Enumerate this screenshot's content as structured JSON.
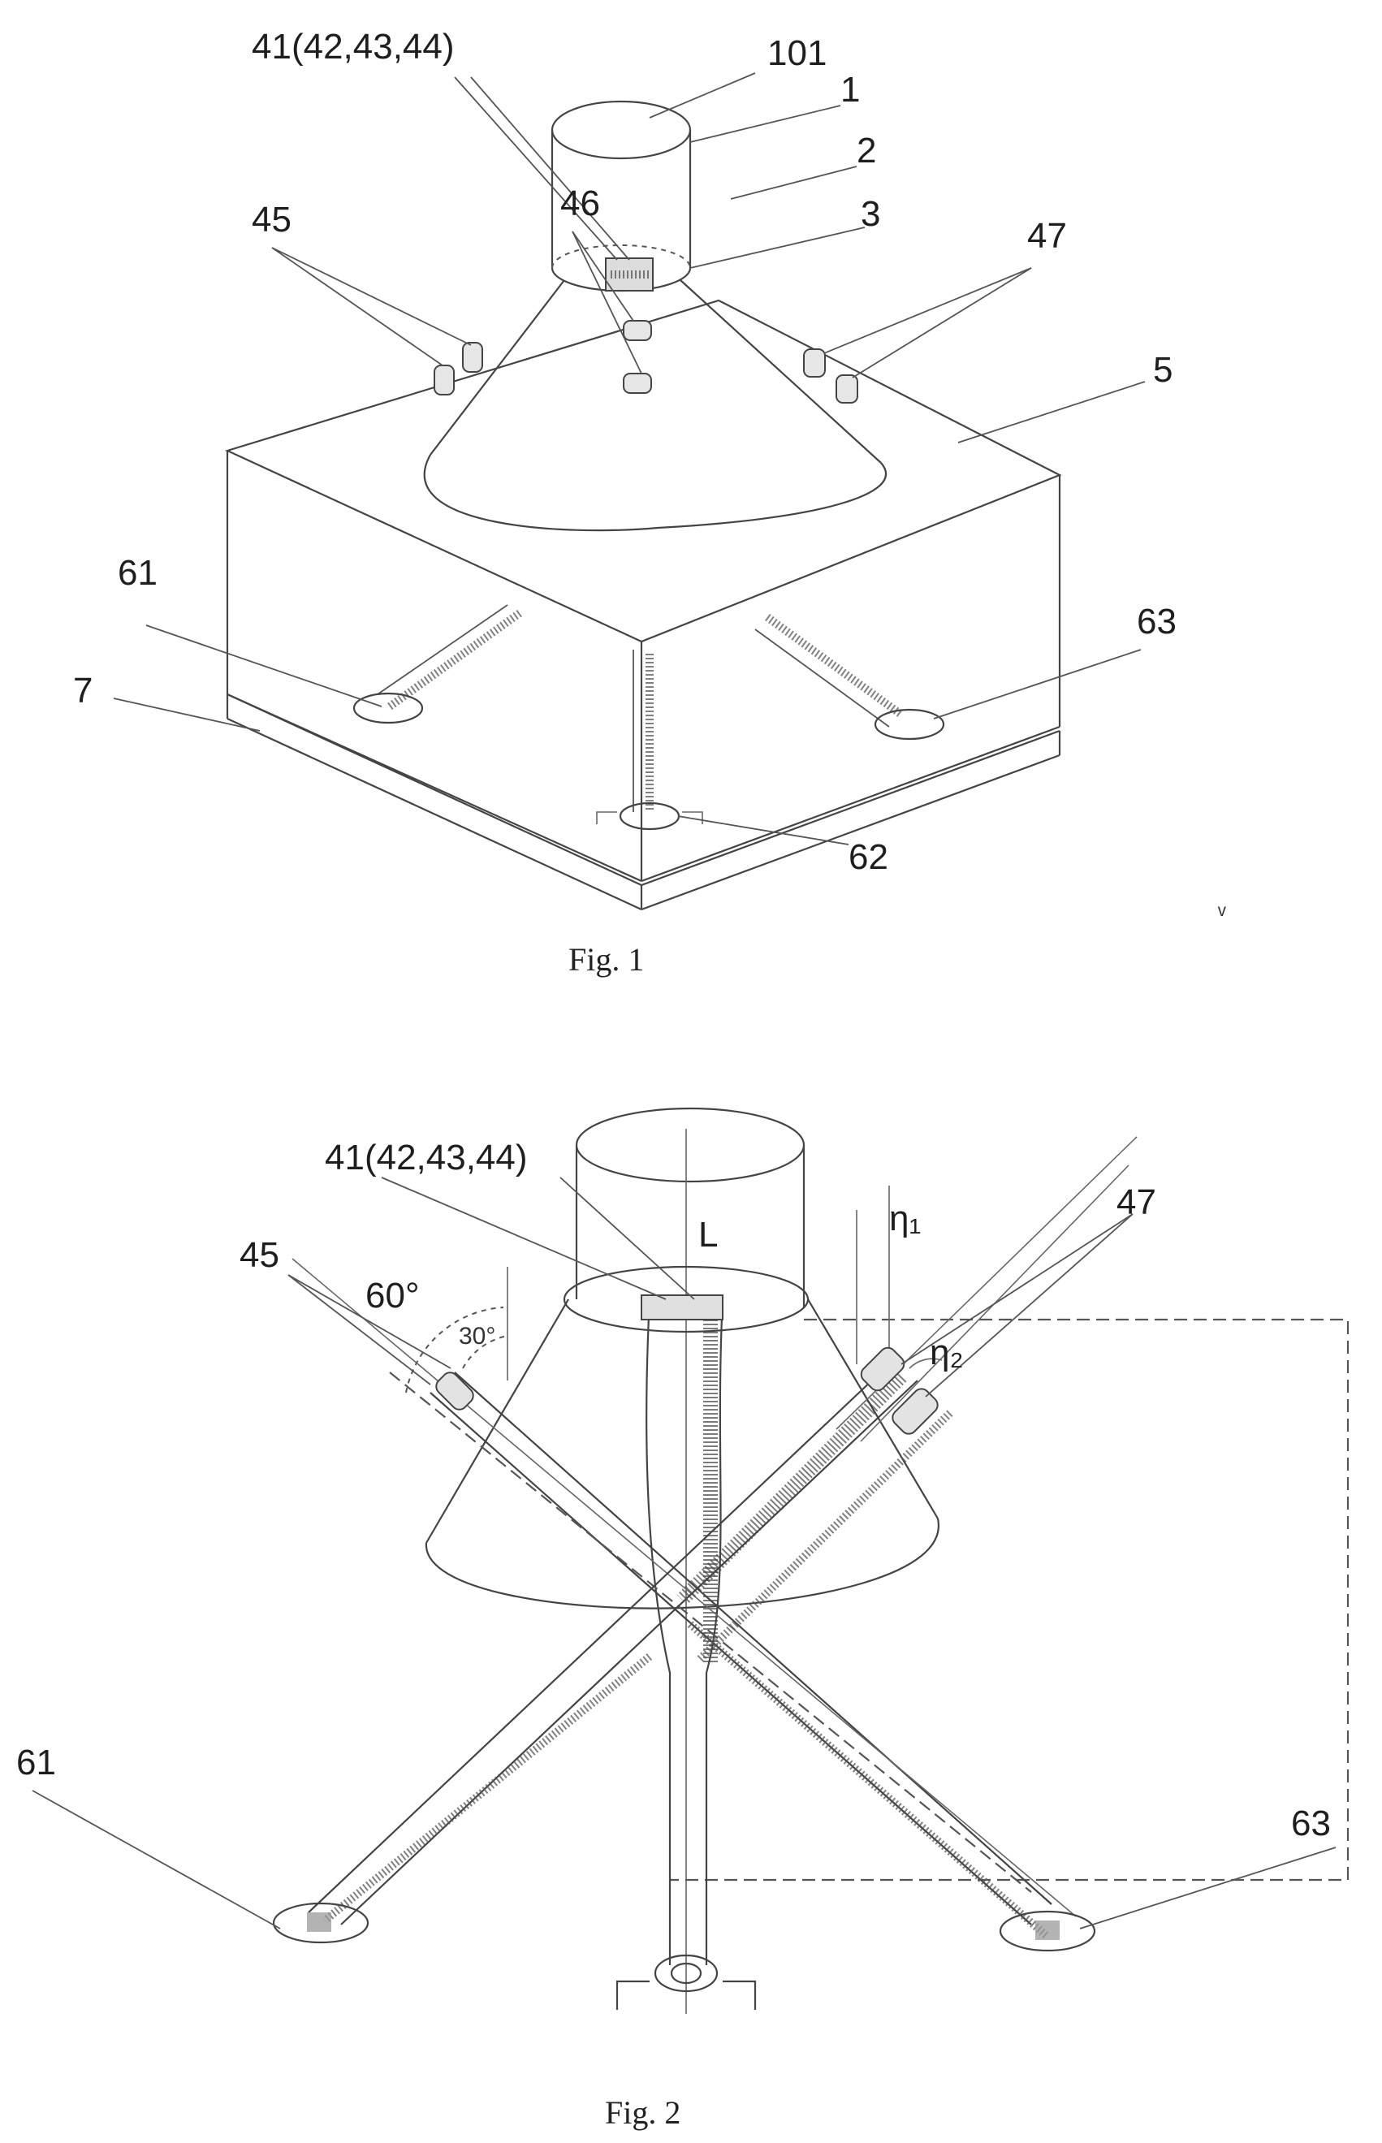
{
  "fig1": {
    "caption": "Fig. 1",
    "labels": {
      "l_101": "101",
      "l_1": "1",
      "l_2": "2",
      "l_3": "3",
      "l_41": "41(42,43,44)",
      "l_45": "45",
      "l_46": "46",
      "l_47": "47",
      "l_5": "5",
      "l_61": "61",
      "l_62": "62",
      "l_63": "63",
      "l_7": "7"
    }
  },
  "fig2": {
    "caption": "Fig. 2",
    "labels": {
      "l_41": "41(42,43,44)",
      "l_L": "L",
      "l_eta1": "η₁",
      "l_eta2": "η₂",
      "l_47": "47",
      "l_45": "45",
      "l_60": "60°",
      "l_30": "30°",
      "l_61": "61",
      "l_63": "63"
    }
  },
  "stray_mark": "ᵛ"
}
